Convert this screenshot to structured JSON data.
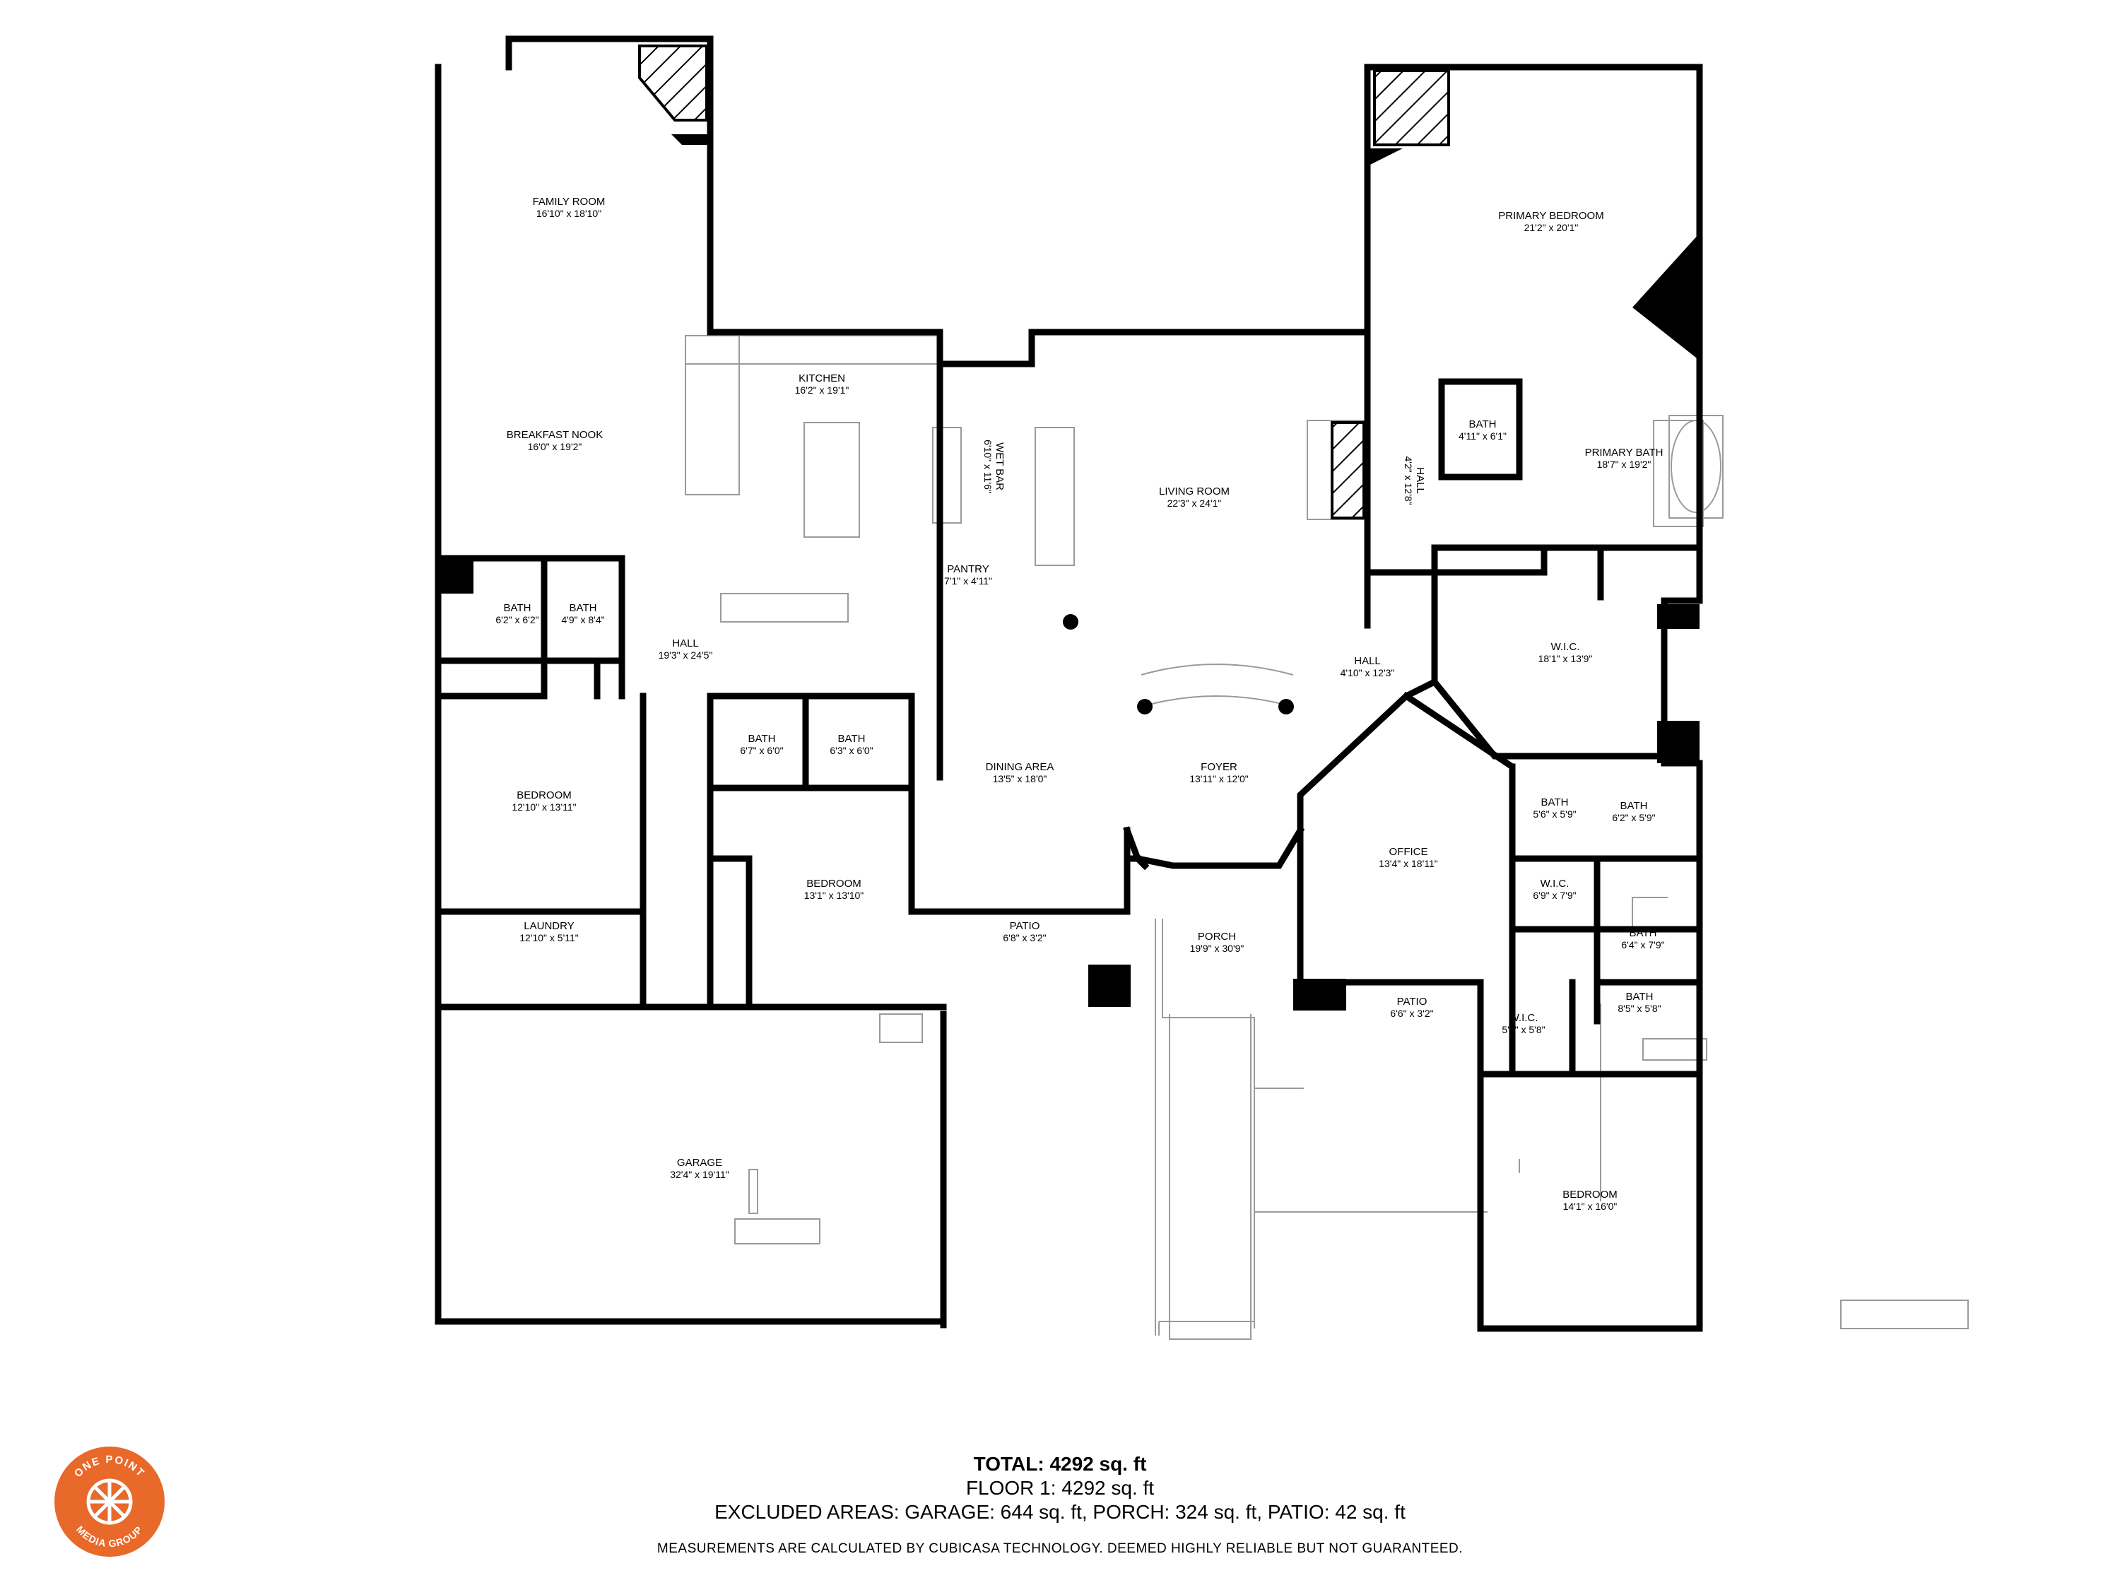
{
  "rooms": [
    {
      "id": "family-room",
      "name": "FAMILY ROOM",
      "dims": "16'10\" x 18'10\""
    },
    {
      "id": "breakfast-nook",
      "name": "BREAKFAST NOOK",
      "dims": "16'0\" x 19'2\""
    },
    {
      "id": "kitchen",
      "name": "KITCHEN",
      "dims": "16'2\" x 19'1\""
    },
    {
      "id": "wet-bar",
      "name": "WET BAR",
      "dims": "6'10\" x 11'6\""
    },
    {
      "id": "pantry",
      "name": "PANTRY",
      "dims": "7'1\" x 4'11\""
    },
    {
      "id": "living-room",
      "name": "LIVING ROOM",
      "dims": "22'3\" x 24'1\""
    },
    {
      "id": "primary-bedroom",
      "name": "PRIMARY BEDROOM",
      "dims": "21'2\" x 20'1\""
    },
    {
      "id": "bath-primary-wc",
      "name": "BATH",
      "dims": "4'11\" x 6'1\""
    },
    {
      "id": "primary-bath",
      "name": "PRIMARY BATH",
      "dims": "18'7\" x 19'2\""
    },
    {
      "id": "hall-vertical",
      "name": "HALL",
      "dims": "4'2\" x 12'8\""
    },
    {
      "id": "bath-west-1",
      "name": "BATH",
      "dims": "6'2\" x 6'2\""
    },
    {
      "id": "bath-west-2",
      "name": "BATH",
      "dims": "4'9\" x 8'4\""
    },
    {
      "id": "hall-main",
      "name": "HALL",
      "dims": "19'3\" x 24'5\""
    },
    {
      "id": "hall-east",
      "name": "HALL",
      "dims": "4'10\" x 12'3\""
    },
    {
      "id": "wic-primary",
      "name": "W.I.C.",
      "dims": "18'1\" x 13'9\""
    },
    {
      "id": "bedroom-west",
      "name": "BEDROOM",
      "dims": "12'10\" x 13'11\""
    },
    {
      "id": "bath-center-1",
      "name": "BATH",
      "dims": "6'7\" x 6'0\""
    },
    {
      "id": "bath-center-2",
      "name": "BATH",
      "dims": "6'3\" x 6'0\""
    },
    {
      "id": "dining-area",
      "name": "DINING AREA",
      "dims": "13'5\" x 18'0\""
    },
    {
      "id": "foyer",
      "name": "FOYER",
      "dims": "13'11\" x 12'0\""
    },
    {
      "id": "office",
      "name": "OFFICE",
      "dims": "13'4\" x 18'11\""
    },
    {
      "id": "bath-east-1",
      "name": "BATH",
      "dims": "5'6\" x 5'9\""
    },
    {
      "id": "bath-east-2",
      "name": "BATH",
      "dims": "6'2\" x 5'9\""
    },
    {
      "id": "bedroom-center",
      "name": "BEDROOM",
      "dims": "13'1\" x 13'10\""
    },
    {
      "id": "wic-east",
      "name": "W.I.C.",
      "dims": "6'9\" x 7'9\""
    },
    {
      "id": "laundry",
      "name": "LAUNDRY",
      "dims": "12'10\" x 5'11\""
    },
    {
      "id": "patio-center",
      "name": "PATIO",
      "dims": "6'8\" x 3'2\""
    },
    {
      "id": "porch",
      "name": "PORCH",
      "dims": "19'9\" x 30'9\""
    },
    {
      "id": "bath-east-3",
      "name": "BATH",
      "dims": "6'4\" x 7'9\""
    },
    {
      "id": "patio-east",
      "name": "PATIO",
      "dims": "6'6\" x 3'2\""
    },
    {
      "id": "wic-southeast",
      "name": "W.I.C.",
      "dims": "5'5\" x 5'8\""
    },
    {
      "id": "bath-southeast",
      "name": "BATH",
      "dims": "8'5\" x 5'8\""
    },
    {
      "id": "garage",
      "name": "GARAGE",
      "dims": "32'4\" x 19'11\""
    },
    {
      "id": "bedroom-southeast",
      "name": "BEDROOM",
      "dims": "14'1\" x 16'0\""
    }
  ],
  "footer": {
    "total": "TOTAL: 4292 sq. ft",
    "floor": "FLOOR 1: 4292 sq. ft",
    "excluded": "EXCLUDED AREAS: GARAGE: 644 sq. ft, PORCH: 324 sq. ft, PATIO: 42 sq. ft",
    "disclaimer": "MEASUREMENTS ARE CALCULATED BY CUBICASA TECHNOLOGY. DEEMED HIGHLY RELIABLE BUT NOT GUARANTEED."
  },
  "logo": {
    "top_text": "ONE POINT",
    "bottom_text": "MEDIA GROUP",
    "color": "#e8692a"
  },
  "colors": {
    "wall": "#000000",
    "fixture": "#9a9a9a",
    "background": "#ffffff"
  }
}
